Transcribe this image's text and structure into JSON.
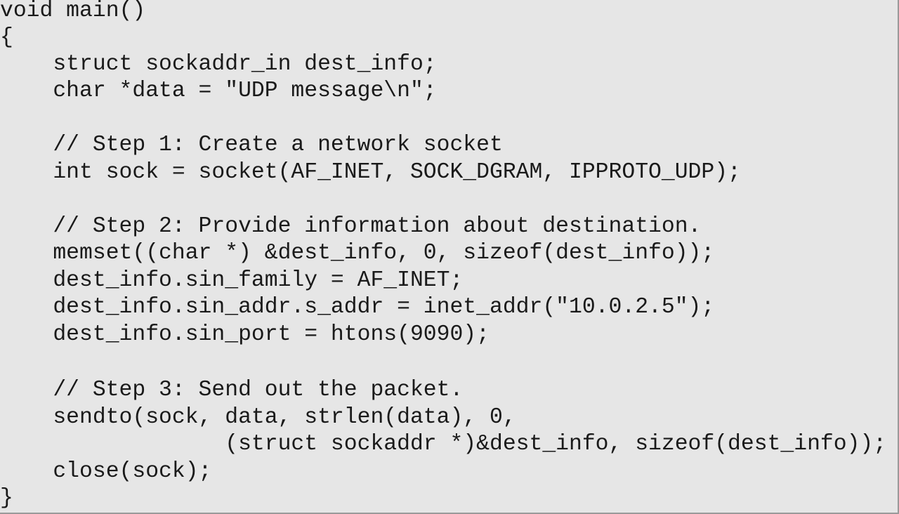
{
  "code": {
    "language": "c",
    "lines": [
      "void main()",
      "{",
      "    struct sockaddr_in dest_info;",
      "    char *data = \"UDP message\\n\";",
      "",
      "    // Step 1: Create a network socket",
      "    int sock = socket(AF_INET, SOCK_DGRAM, IPPROTO_UDP);",
      "",
      "    // Step 2: Provide information about destination.",
      "    memset((char *) &dest_info, 0, sizeof(dest_info));",
      "    dest_info.sin_family = AF_INET;",
      "    dest_info.sin_addr.s_addr = inet_addr(\"10.0.2.5\");",
      "    dest_info.sin_port = htons(9090);",
      "",
      "    // Step 3: Send out the packet.",
      "    sendto(sock, data, strlen(data), 0,",
      "                 (struct sockaddr *)&dest_info, sizeof(dest_info));",
      "    close(sock);",
      "}"
    ]
  }
}
